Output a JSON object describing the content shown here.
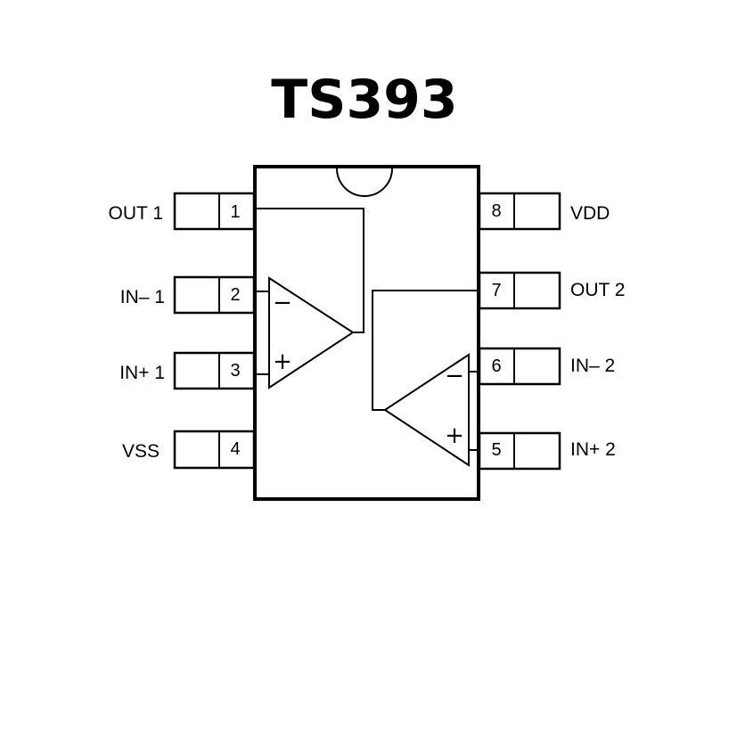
{
  "title": "TS393",
  "colors": {
    "ink": "#000000",
    "background": "#ffffff"
  },
  "package": {
    "type": "8-pin DIP",
    "notch": "semicircle at top"
  },
  "pins": [
    {
      "number": "1",
      "label": "OUT 1",
      "side": "left"
    },
    {
      "number": "2",
      "label": "IN– 1",
      "side": "left"
    },
    {
      "number": "3",
      "label": "IN+ 1",
      "side": "left"
    },
    {
      "number": "4",
      "label": "VSS",
      "side": "left"
    },
    {
      "number": "8",
      "label": "VDD",
      "side": "right"
    },
    {
      "number": "7",
      "label": "OUT 2",
      "side": "right"
    },
    {
      "number": "6",
      "label": "IN– 2",
      "side": "right"
    },
    {
      "number": "5",
      "label": "IN+ 2",
      "side": "right"
    }
  ],
  "comparators": [
    {
      "name": "comparator 1",
      "inverting_sign": "−",
      "noninverting_sign": "+",
      "inverting_pin": "2",
      "noninverting_pin": "3",
      "output_pin": "1"
    },
    {
      "name": "comparator 2",
      "inverting_sign": "−",
      "noninverting_sign": "+",
      "inverting_pin": "6",
      "noninverting_pin": "5",
      "output_pin": "7"
    }
  ]
}
